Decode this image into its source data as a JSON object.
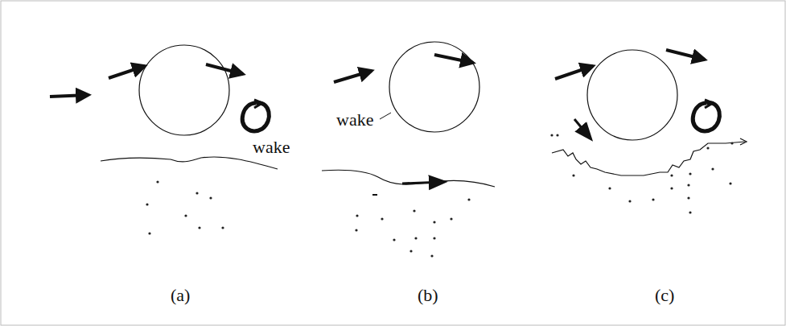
{
  "diagram": {
    "labels": [
      "wake",
      "wake",
      "(a)",
      "(b)",
      "(c)"
    ]
  }
}
